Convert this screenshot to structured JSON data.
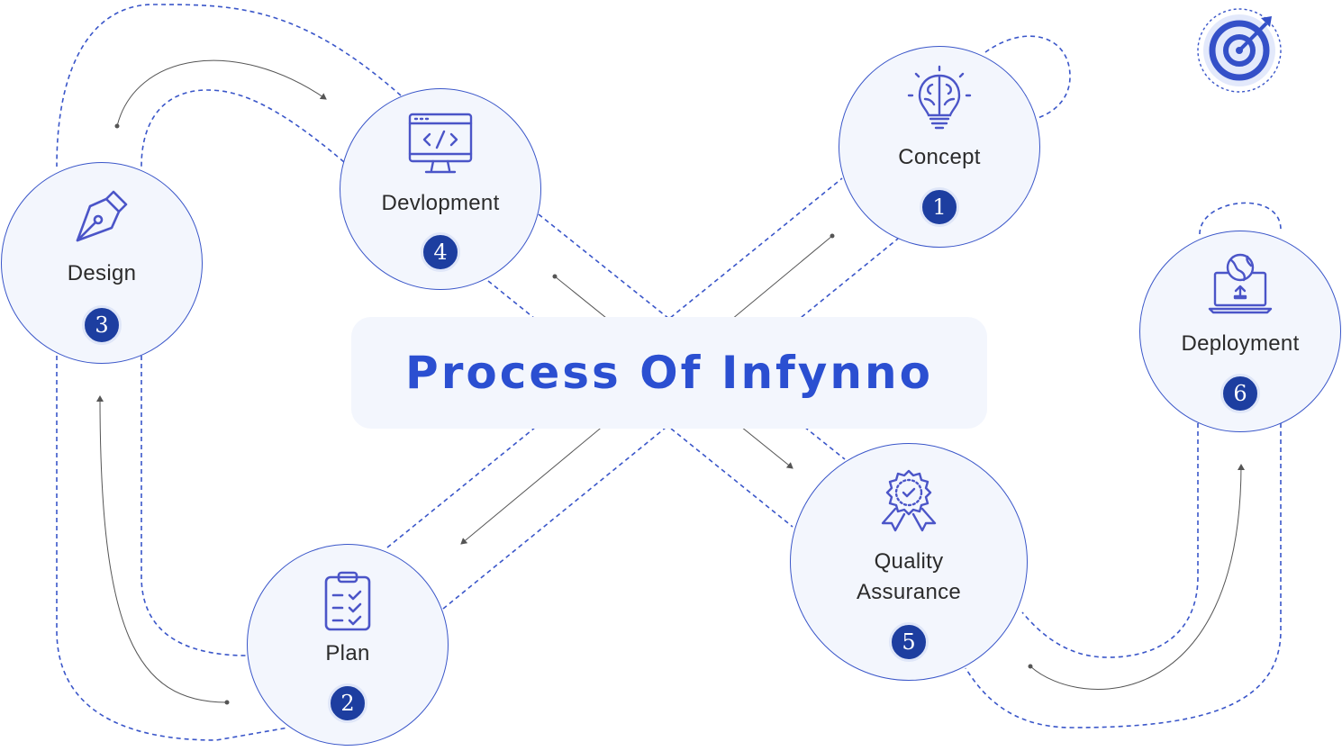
{
  "title": "Process Of Infynno",
  "colors": {
    "accent": "#2b4fd1",
    "badge": "#1d3ea0",
    "dashed_path": "#3a56c9",
    "node_fill": "#f3f6fd",
    "arrow": "#555555"
  },
  "steps": [
    {
      "number": "1",
      "label": "Concept",
      "icon": "brain-bulb-icon"
    },
    {
      "number": "2",
      "label": "Plan",
      "icon": "clipboard-checklist-icon"
    },
    {
      "number": "3",
      "label": "Design",
      "icon": "pen-nib-icon"
    },
    {
      "number": "4",
      "label": "Devlopment",
      "icon": "code-monitor-icon"
    },
    {
      "number": "5",
      "label_line1": "Quality",
      "label_line2": "Assurance",
      "icon": "badge-ribbon-icon"
    },
    {
      "number": "6",
      "label": "Deployment",
      "icon": "laptop-globe-upload-icon"
    }
  ],
  "logo": {
    "icon": "target-arrow-icon"
  }
}
